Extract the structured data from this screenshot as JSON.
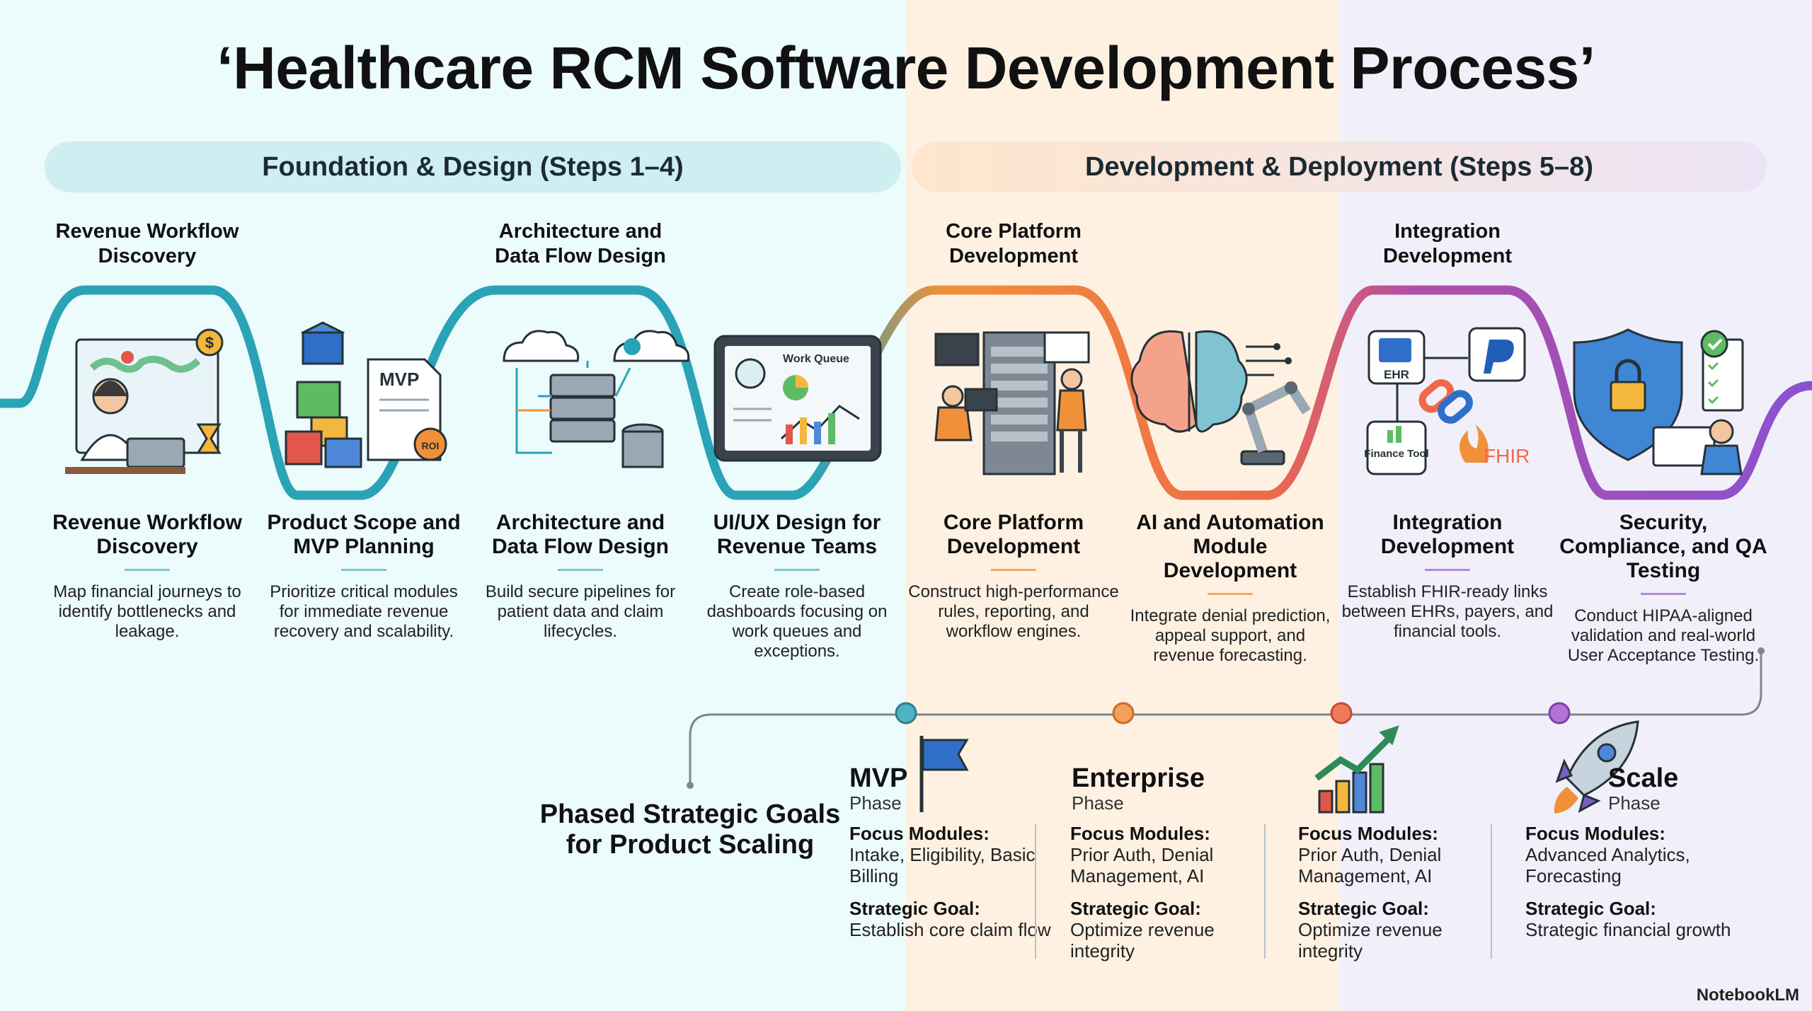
{
  "title": "‘Healthcare RCM Software Development Process’",
  "banners": {
    "foundation": "Foundation & Design (Steps 1–4)",
    "development": "Development & Deployment (Steps 5–8)"
  },
  "top_titles": [
    "Revenue Workflow Discovery",
    "Architecture and Data Flow Design",
    "Core Platform Development",
    "Integration Development"
  ],
  "steps": [
    {
      "title": "Revenue Workflow Discovery",
      "desc": "Map financial journeys to identify bottlenecks and leakage."
    },
    {
      "title": "Product Scope and MVP Planning",
      "desc": "Prioritize critical modules for immediate revenue recovery and scalability."
    },
    {
      "title": "Architecture and Data Flow Design",
      "desc": "Build secure pipelines for patient data and claim lifecycles."
    },
    {
      "title": "UI/UX Design for Revenue Teams",
      "desc": "Create role-based dashboards focusing on work queues and exceptions."
    },
    {
      "title": "Core Platform Development",
      "desc": "Construct high-performance rules, reporting, and workflow engines."
    },
    {
      "title": "AI and Automation Module Development",
      "desc": "Integrate denial prediction, appeal support, and revenue forecasting."
    },
    {
      "title": "Integration Development",
      "desc": "Establish FHIR-ready links between EHRs, payers, and financial tools."
    },
    {
      "title": "Security, Compliance, and QA Testing",
      "desc": "Conduct HIPAA-aligned validation and real-world User Acceptance Testing."
    }
  ],
  "icon_labels": {
    "mvp_doc": "MVP",
    "roi_seal": "ROI",
    "work_queue": "Work Queue",
    "ehr": "EHR",
    "fhir": "FHIR",
    "finance_tool": "Finance Tool"
  },
  "goals_title": "Phased Strategic Goals for Product Scaling",
  "phases": [
    {
      "name": "MVP",
      "sub": "Phase",
      "focus_label": "Focus Modules:",
      "focus": "Intake, Eligibility, Basic Billing",
      "goal_label": "Strategic Goal:",
      "goal": "Establish core claim flow"
    },
    {
      "name": "Enterprise",
      "sub": "Phase",
      "focus_label": "Focus Modules:",
      "focus": "Prior Auth, Denial Management, AI",
      "goal_label": "Strategic Goal:",
      "goal": "Optimize revenue integrity"
    },
    {
      "name": "",
      "sub": "",
      "focus_label": "Focus Modules:",
      "focus": "Prior Auth, Denial Management, AI",
      "goal_label": "Strategic Goal:",
      "goal": "Optimize revenue integrity"
    },
    {
      "name": "Scale",
      "sub": "Phase",
      "focus_label": "Focus Modules:",
      "focus": "Advanced Analytics, Forecasting",
      "goal_label": "Strategic Goal:",
      "goal": "Strategic financial growth"
    }
  ],
  "credit": "NotebookLM",
  "colors": {
    "teal": "#2aa3b6",
    "orange": "#f0913a",
    "red": "#ee6a4a",
    "purple": "#9b53c7",
    "rule_teal": "#7fc4d0",
    "rule_orange": "#f2a86a",
    "rule_purple": "#b68ad6"
  }
}
